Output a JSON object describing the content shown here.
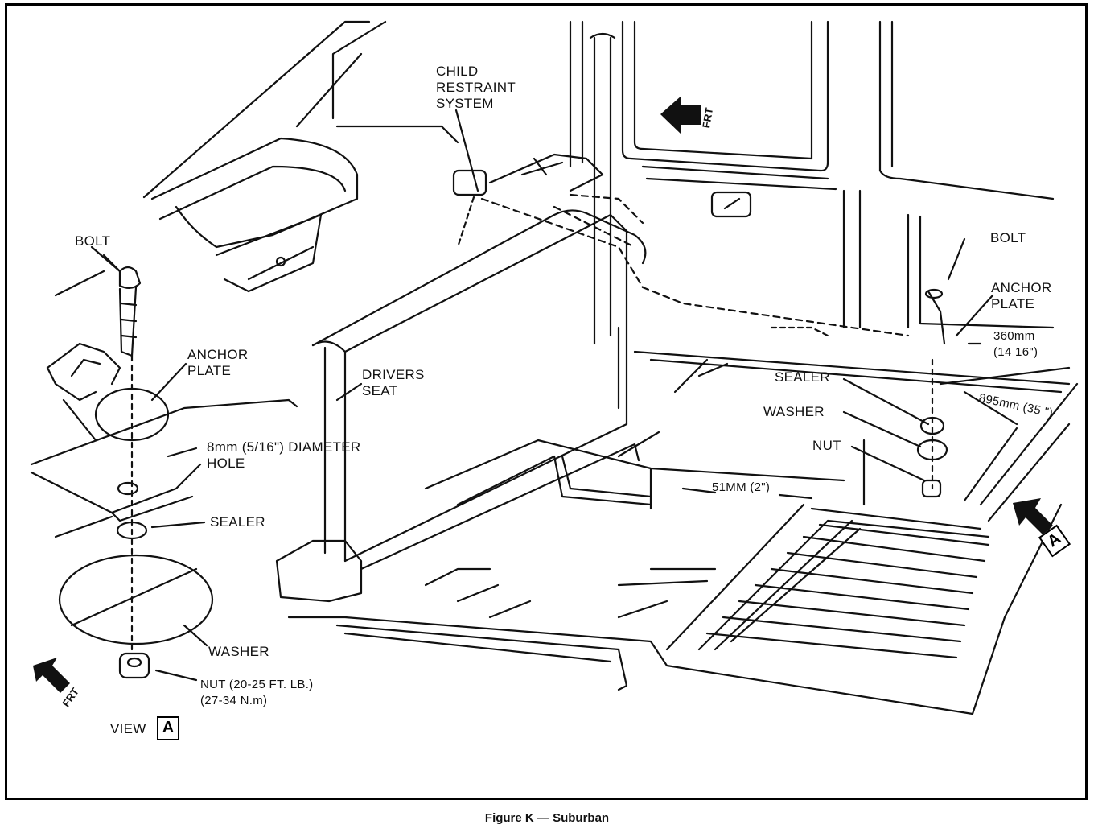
{
  "figure": {
    "caption": "Figure K — Suburban"
  },
  "labels": {
    "child_restraint": "CHILD\nRESTRAINT\nSYSTEM",
    "bolt_left": "BOLT",
    "anchor_plate_left": "ANCHOR\nPLATE",
    "hole": "8mm (5/16\") DIAMETER\nHOLE",
    "sealer_left": "SEALER",
    "washer_left": "WASHER",
    "nut_left": "NUT (20-25 FT. LB.)\n(27-34 N.m)",
    "view": "VIEW",
    "view_letter": "A",
    "drivers_seat": "DRIVERS\nSEAT",
    "bolt_right": "BOLT",
    "anchor_plate_right": "ANCHOR\nPLATE",
    "dim_360": "360mm\n(14 16\")",
    "sealer_right": "SEALER",
    "washer_right": "WASHER",
    "nut_right": "NUT",
    "dim_895": "895mm (35 \")",
    "dim_51": "51MM (2\")",
    "frt_top": "FRT",
    "frt_left": "FRT",
    "view_marker_letter": "A"
  },
  "icons": {
    "front_arrow": "arrow-left-icon",
    "view_arrow": "arrow-up-left-icon"
  }
}
